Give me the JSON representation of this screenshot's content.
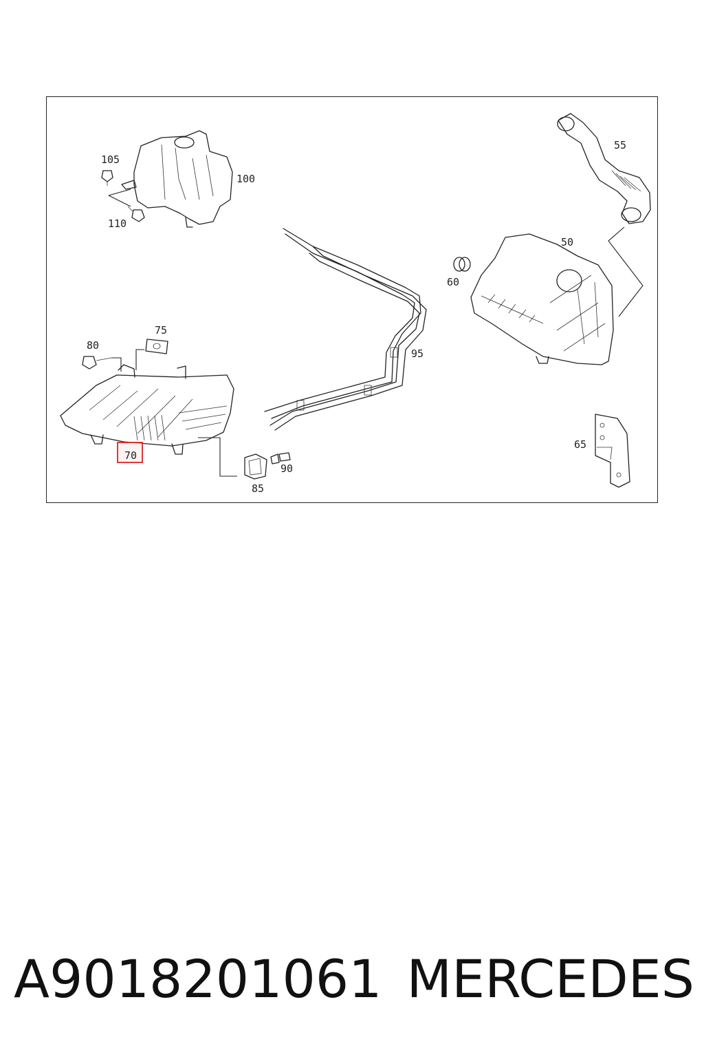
{
  "callouts": {
    "c105": "105",
    "c100": "100",
    "c110": "110",
    "c55": "55",
    "c50": "50",
    "c60": "60",
    "c75": "75",
    "c80": "80",
    "c95": "95",
    "c65": "65",
    "c70": "70",
    "c90": "90",
    "c85": "85"
  },
  "highlight": {
    "callout": "70",
    "color": "#e02020"
  },
  "caption": {
    "part_number": "A9018201061",
    "brand": "MERCEDES"
  }
}
